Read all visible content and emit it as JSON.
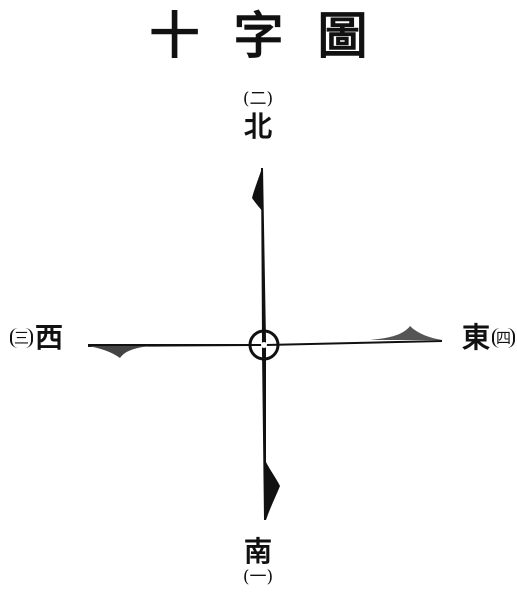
{
  "title": "十字圖",
  "directions": {
    "north": {
      "char": "北",
      "num": "(二)"
    },
    "south": {
      "char": "南",
      "num": "(一)"
    },
    "west": {
      "char": "西",
      "num": "三"
    },
    "east": {
      "char": "東",
      "num": "四"
    }
  }
}
